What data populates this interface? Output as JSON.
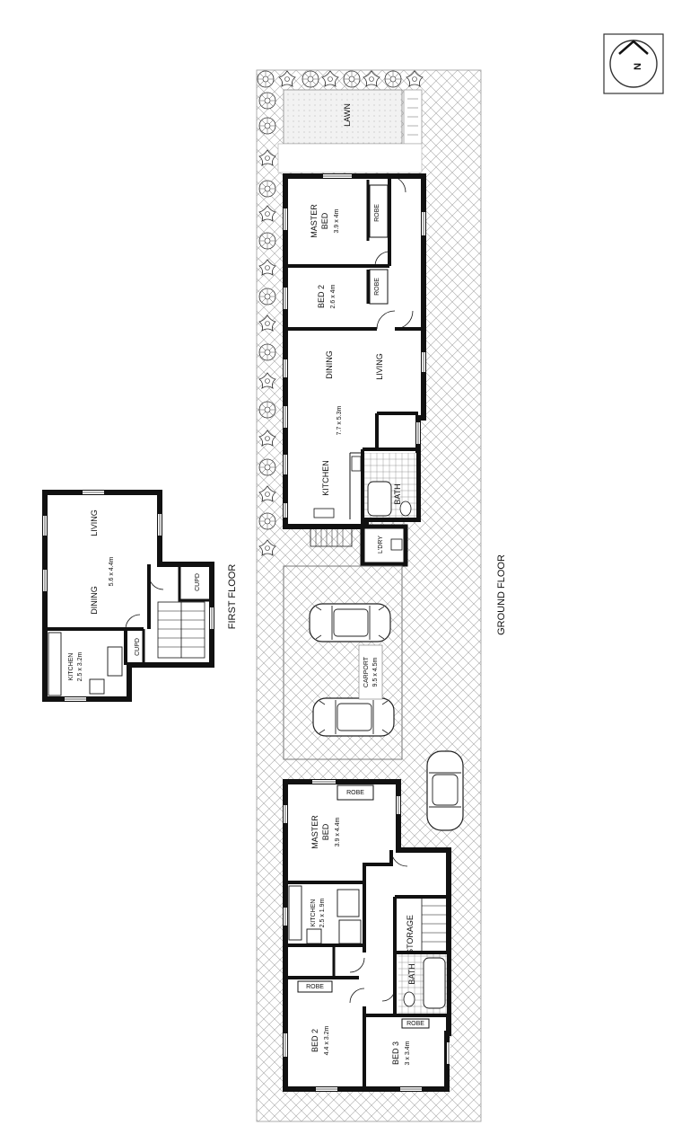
{
  "floor_labels": {
    "first_floor": "FIRST FLOOR",
    "ground_floor": "GROUND FLOOR"
  },
  "compass": {
    "letter": "N"
  },
  "outdoor": {
    "lawn": "LAWN",
    "carport_name": "CARPORT",
    "carport_size": "9.5 x 4.5m"
  },
  "ground_upper": {
    "master_bed_line1": "MASTER",
    "master_bed_line2": "BED",
    "master_bed_size": "3.9 x 4m",
    "robe_1": "ROBE",
    "bed2_name": "BED 2",
    "bed2_size": "2.6 x 4m",
    "robe_2": "ROBE",
    "dining": "DINING",
    "living": "LIVING",
    "combined_size": "7.7 x 5.3m",
    "kitchen": "KITCHEN",
    "bath": "BATH",
    "laundry": "L'DRY"
  },
  "ground_lower": {
    "master_bed_line1": "MASTER",
    "master_bed_line2": "BED",
    "master_bed_size": "3.9 x 4.4m",
    "robe_1": "ROBE",
    "kitchen_name": "KITCHEN",
    "kitchen_size": "2.5 x 1.9m",
    "storage": "STORAGE",
    "bath": "BATH",
    "robe_2": "ROBE",
    "bed2_name": "BED 2",
    "bed2_size": "4.4 x 3.2m",
    "robe_3": "ROBE",
    "bed3_name": "BED 3",
    "bed3_size": "3 x 3.4m"
  },
  "first_floor": {
    "living": "LIVING",
    "size": "5.6 x 4.4m",
    "dining": "DINING",
    "cupd_1": "CUPD",
    "cupd_2": "CUPD",
    "kitchen_name": "KITCHEN",
    "kitchen_size": "2.5 x 3.2m"
  }
}
